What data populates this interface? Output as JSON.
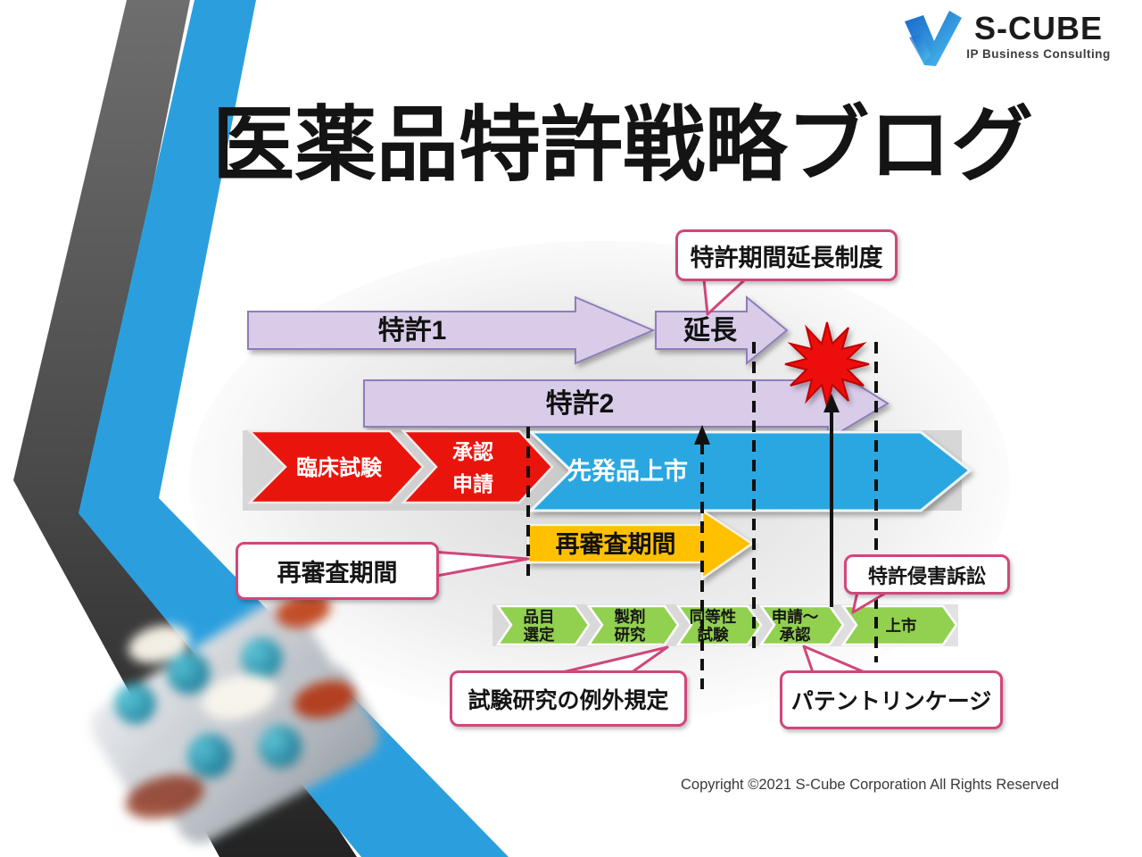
{
  "logo": {
    "brand": "S-CUBE",
    "tagline": "IP Business Consulting"
  },
  "title": "医薬品特許戦略ブログ",
  "copyright": "Copyright ©2021 S-Cube Corporation All Rights Reserved",
  "timeline": {
    "patent1_label": "特許1",
    "extension_label": "延長",
    "patent2_label": "特許2",
    "originator": {
      "clinical_label": "臨床試験",
      "approval_line1": "承認",
      "approval_line2": "申請",
      "launch_label": "先発品上市"
    },
    "reexamination_label": "再審査期間",
    "generic_steps": [
      {
        "line1": "品目",
        "line2": "選定"
      },
      {
        "line1": "製剤",
        "line2": "研究"
      },
      {
        "line1": "同等性",
        "line2": "試験"
      },
      {
        "line1": "申請〜",
        "line2": "承認"
      },
      {
        "line1": "上市",
        "line2": ""
      }
    ],
    "callouts": {
      "extension_system": "特許期間延長制度",
      "reexamination": "再審査期間",
      "research_exception": "試験研究の例外規定",
      "patent_linkage": "パテントリンケージ",
      "infringement": "特許侵害訴訟"
    },
    "colors": {
      "patent_fill": "#d9cce9",
      "patent_border": "#8f7db8",
      "originator_red": "#e9150d",
      "originator_blue": "#2ba7e0",
      "reexamination_orange": "#ffc000",
      "generic_green": "#92d050",
      "callout_border": "#d0477b",
      "burst_red": "#ee1111",
      "ribbon_blue": "#2b9fde",
      "ribbon_gray": "#5a5a5a"
    }
  }
}
